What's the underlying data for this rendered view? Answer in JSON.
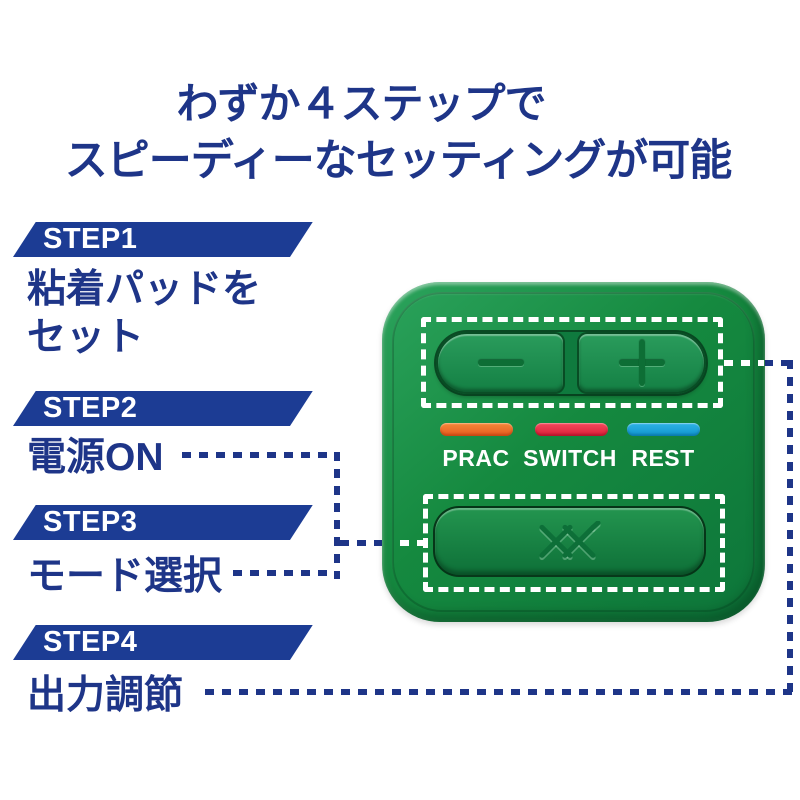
{
  "title": {
    "line1": "わずか４ステップで",
    "line2": "スピーディーなセッティングが可能"
  },
  "steps": [
    {
      "badge": "STEP1",
      "lines": [
        "粘着パッドを",
        "セット"
      ]
    },
    {
      "badge": "STEP2",
      "lines": [
        "電源ON"
      ]
    },
    {
      "badge": "STEP3",
      "lines": [
        "モード選択"
      ]
    },
    {
      "badge": "STEP4",
      "lines": [
        "出力調節"
      ]
    }
  ],
  "device": {
    "minus_label": "−",
    "plus_label": "+",
    "indicators": [
      {
        "label": "PRAC",
        "color": "#ED6A2B"
      },
      {
        "label": "SWITCH",
        "color": "#E63349"
      },
      {
        "label": "REST",
        "color": "#1BA6DC"
      }
    ],
    "logo": "xx-logo"
  },
  "colors": {
    "accent_navy": "#1E3588",
    "banner_blue": "#1C3C94",
    "device_green": "#15893F",
    "dash_white": "#FFFFFF"
  }
}
